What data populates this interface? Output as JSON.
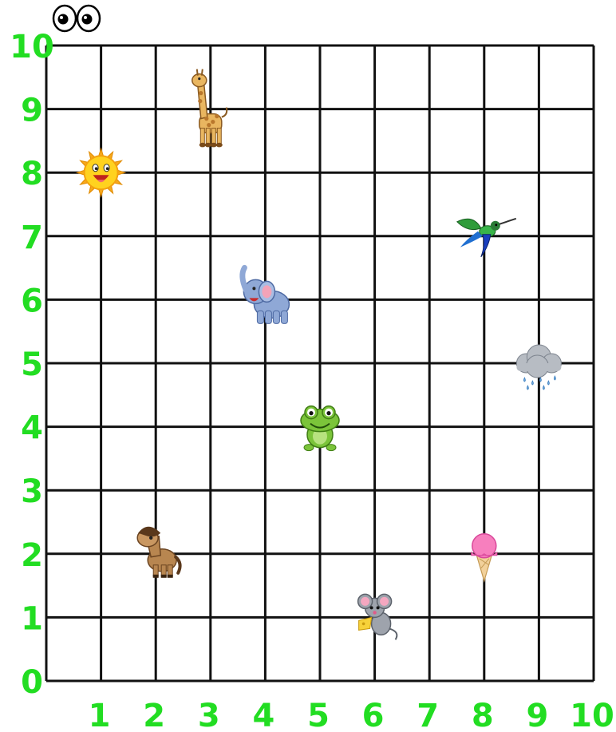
{
  "header": {
    "icon": "eyes-icon"
  },
  "colors": {
    "grid": "#111111",
    "labels": "#22dd22",
    "background": "#ffffff"
  },
  "chart_data": {
    "type": "scatter",
    "x_ticks": [
      "1",
      "2",
      "3",
      "4",
      "5",
      "6",
      "7",
      "8",
      "9",
      "10"
    ],
    "y_ticks": [
      "0",
      "1",
      "2",
      "3",
      "4",
      "5",
      "6",
      "7",
      "8",
      "9",
      "10"
    ],
    "xlim": [
      0,
      10
    ],
    "ylim": [
      0,
      10
    ],
    "grid": true,
    "points": [
      {
        "icon": "sun-icon",
        "x": 1,
        "y": 8
      },
      {
        "icon": "giraffe-icon",
        "x": 3,
        "y": 9
      },
      {
        "icon": "elephant-icon",
        "x": 4,
        "y": 6
      },
      {
        "icon": "hummingbird-icon",
        "x": 8,
        "y": 7
      },
      {
        "icon": "rain-cloud-icon",
        "x": 9,
        "y": 5
      },
      {
        "icon": "frog-icon",
        "x": 5,
        "y": 4
      },
      {
        "icon": "horse-icon",
        "x": 2,
        "y": 2
      },
      {
        "icon": "ice-cream-icon",
        "x": 8,
        "y": 2
      },
      {
        "icon": "mouse-icon",
        "x": 6,
        "y": 1
      }
    ]
  }
}
